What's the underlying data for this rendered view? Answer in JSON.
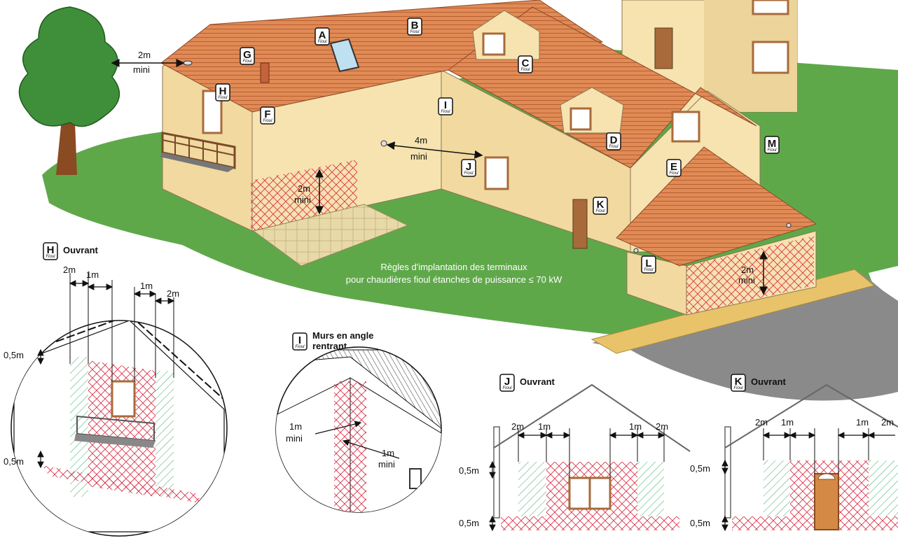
{
  "caption": {
    "line1": "Règles d'implantation des terminaux",
    "line2": "pour chaudières fioul étanches de puissance ≤ 70 kW"
  },
  "badge_sub": "Fioul",
  "markers": [
    {
      "letter": "A"
    },
    {
      "letter": "B"
    },
    {
      "letter": "C"
    },
    {
      "letter": "D"
    },
    {
      "letter": "E"
    },
    {
      "letter": "F"
    },
    {
      "letter": "G"
    },
    {
      "letter": "H"
    },
    {
      "letter": "I"
    },
    {
      "letter": "J"
    },
    {
      "letter": "K"
    },
    {
      "letter": "L"
    },
    {
      "letter": "M"
    }
  ],
  "main_dims": {
    "tree_dist": "2m",
    "tree_mini": "mini",
    "wall_dist": "4m",
    "wall_mini": "mini",
    "terrace_h": "2m",
    "terrace_mini": "mini",
    "garage_h": "2m",
    "garage_mini": "mini"
  },
  "detail_h": {
    "letter": "H",
    "title": "Ouvrant",
    "d1": "2m",
    "d2": "1m",
    "d3": "1m",
    "d4": "2m",
    "v1": "0,5m",
    "v2": "0,5m"
  },
  "detail_i": {
    "letter": "I",
    "title1": "Murs en angle",
    "title2": "rentrant",
    "a1": "1m",
    "a1m": "mini",
    "a2": "1m",
    "a2m": "mini"
  },
  "detail_j": {
    "letter": "J",
    "title": "Ouvrant",
    "d1": "2m",
    "d2": "1m",
    "d3": "1m",
    "d4": "2m",
    "v1": "0,5m",
    "v2": "0,5m"
  },
  "detail_k": {
    "letter": "K",
    "title": "Ouvrant",
    "d1": "2m",
    "d2": "1m",
    "d3": "1m",
    "d4": "2m",
    "v1": "0,5m",
    "v2": "0,5m"
  },
  "colors": {
    "wall": "#f6e3b0",
    "roof": "#e08a55",
    "grass": "#5fa84a",
    "hatch_red": "#d9334a",
    "hatch_green": "#3aa86a"
  }
}
